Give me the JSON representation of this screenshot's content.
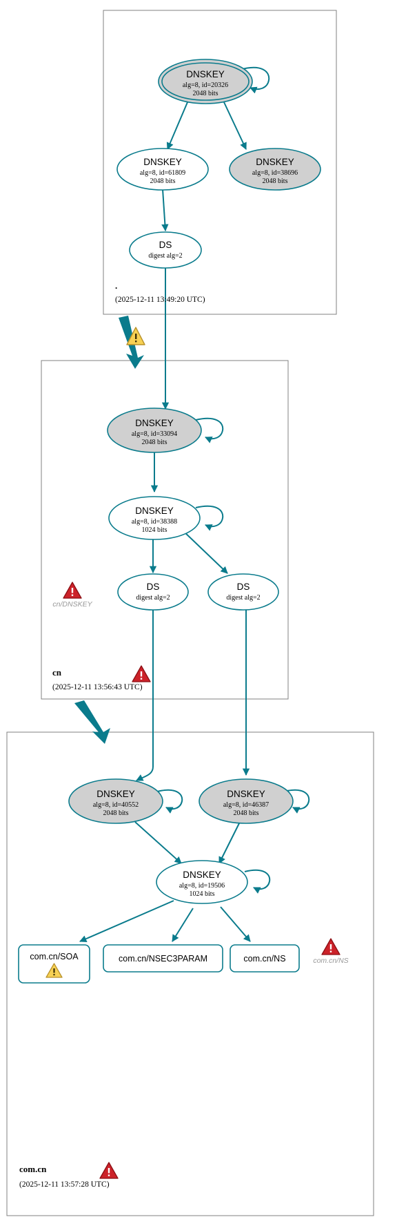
{
  "diagram": {
    "title": "DNSSEC authentication chain",
    "colors": {
      "edge": "#0a7b8c",
      "secure_fill": "#d0d0d0",
      "insecure_fill": "#ffffff",
      "zone_border": "#808080",
      "warning": "#f5c518",
      "error": "#cc2229",
      "error_label": "#999999"
    }
  },
  "zones": [
    {
      "id": "root",
      "label": ".",
      "timestamp": "(2025-12-11 13:49:20 UTC)",
      "status_icon": "",
      "nodes": [
        {
          "id": "root-ksk-20326",
          "type": "DNSKEY",
          "title": "DNSKEY",
          "line1": "alg=8, id=20326",
          "line2": "2048 bits",
          "fill": "gray",
          "sep": true,
          "self_loop": true
        },
        {
          "id": "root-zsk-61809",
          "type": "DNSKEY",
          "title": "DNSKEY",
          "line1": "alg=8, id=61809",
          "line2": "2048 bits",
          "fill": "white",
          "sep": false,
          "self_loop": false
        },
        {
          "id": "root-key-38696",
          "type": "DNSKEY",
          "title": "DNSKEY",
          "line1": "alg=8, id=38696",
          "line2": "2048 bits",
          "fill": "gray",
          "sep": false,
          "self_loop": false
        },
        {
          "id": "root-ds",
          "type": "DS",
          "title": "DS",
          "line1": "digest alg=2",
          "line2": "",
          "fill": "white",
          "sep": false,
          "self_loop": false
        }
      ]
    },
    {
      "id": "cn",
      "label": "cn",
      "timestamp": "(2025-12-11 13:56:43 UTC)",
      "status_icon": "error-triangle",
      "error_label": "cn/DNSKEY",
      "nodes": [
        {
          "id": "cn-ksk-33094",
          "type": "DNSKEY",
          "title": "DNSKEY",
          "line1": "alg=8, id=33094",
          "line2": "2048 bits",
          "fill": "gray",
          "sep": false,
          "self_loop": true
        },
        {
          "id": "cn-zsk-38388",
          "type": "DNSKEY",
          "title": "DNSKEY",
          "line1": "alg=8, id=38388",
          "line2": "1024 bits",
          "fill": "white",
          "sep": false,
          "self_loop": true
        },
        {
          "id": "cn-ds-left",
          "type": "DS",
          "title": "DS",
          "line1": "digest alg=2",
          "line2": "",
          "fill": "white",
          "sep": false,
          "self_loop": false
        },
        {
          "id": "cn-ds-right",
          "type": "DS",
          "title": "DS",
          "line1": "digest alg=2",
          "line2": "",
          "fill": "white",
          "sep": false,
          "self_loop": false
        }
      ]
    },
    {
      "id": "comcn",
      "label": "com.cn",
      "timestamp": "(2025-12-11 13:57:28 UTC)",
      "status_icon": "error-triangle",
      "error_label": "com.cn/NS",
      "nodes": [
        {
          "id": "comcn-key-40552",
          "type": "DNSKEY",
          "title": "DNSKEY",
          "line1": "alg=8, id=40552",
          "line2": "2048 bits",
          "fill": "gray",
          "sep": false,
          "self_loop": true
        },
        {
          "id": "comcn-key-46387",
          "type": "DNSKEY",
          "title": "DNSKEY",
          "line1": "alg=8, id=46387",
          "line2": "2048 bits",
          "fill": "gray",
          "sep": false,
          "self_loop": true
        },
        {
          "id": "comcn-zsk-19506",
          "type": "DNSKEY",
          "title": "DNSKEY",
          "line1": "alg=8, id=19506",
          "line2": "1024 bits",
          "fill": "white",
          "sep": false,
          "self_loop": true
        }
      ],
      "rrsets": [
        {
          "id": "rr-soa",
          "label": "com.cn/SOA",
          "icon": "warning-triangle"
        },
        {
          "id": "rr-nsec3param",
          "label": "com.cn/NSEC3PARAM",
          "icon": ""
        },
        {
          "id": "rr-ns",
          "label": "com.cn/NS",
          "icon": ""
        }
      ]
    }
  ],
  "delegations": [
    {
      "id": "deleg-root-cn",
      "from": ".",
      "to": "cn",
      "icon": "warning-triangle"
    },
    {
      "id": "deleg-cn-comcn",
      "from": "cn",
      "to": "com.cn",
      "icon": ""
    }
  ]
}
